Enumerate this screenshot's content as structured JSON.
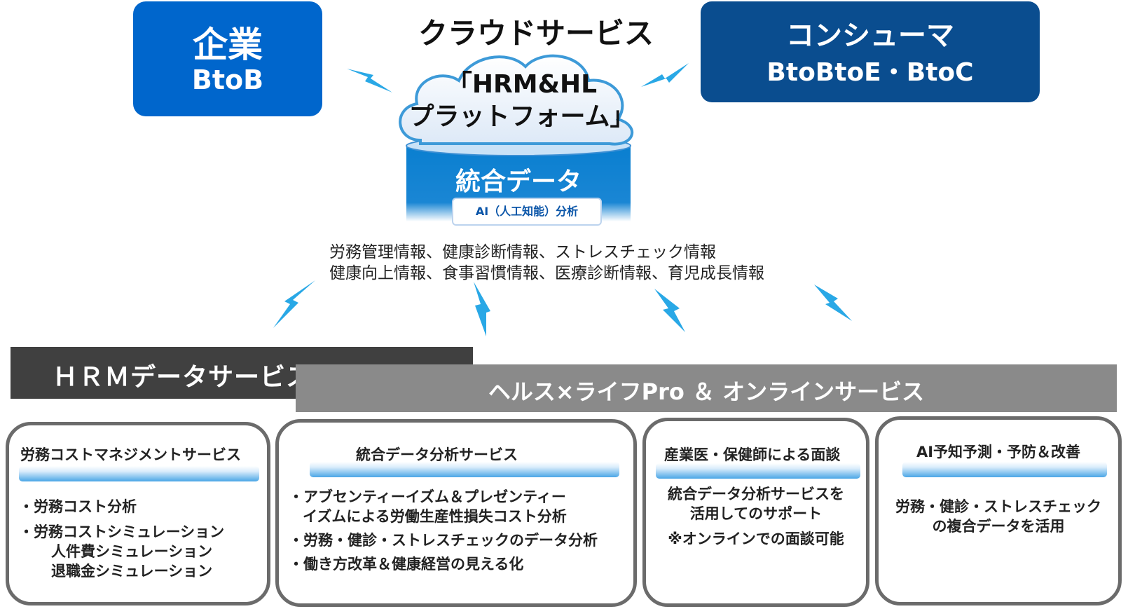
{
  "enterprise": {
    "title": "企業",
    "subtitle": "BtoB"
  },
  "consumer": {
    "title": "コンシューマ",
    "subtitle": "BtoBtoE・BtoC"
  },
  "cloud": {
    "title": "クラウドサービス",
    "platform_line1": "「HRM&HL",
    "platform_line2": "プラットフォーム」",
    "database": "統合データ",
    "ai_label": "AI（人工知能）分析"
  },
  "info": {
    "line1": "労務管理情報、健康診断情報、ストレスチェック情報",
    "line2": "健康向上情報、食事習慣情報、医療診断情報、育児成長情報"
  },
  "bars": {
    "hrm": "ＨＲＭデータサービス",
    "health": "ヘルス×ライフPro ＆ オンラインサービス"
  },
  "cards": [
    {
      "title": "労務コストマネジメントサービス",
      "lines": [
        "・労務コスト分析",
        "・労務コストシミュレーション",
        "人件費シミュレーション",
        "退職金シミュレーション"
      ]
    },
    {
      "title": "統合データ分析サービス",
      "lines": [
        "・アブセンティーイズム＆プレゼンティー",
        "イズムによる労働生産性損失コスト分析",
        "・労務・健診・ストレスチェックのデータ分析",
        "・働き方改革＆健康経営の見える化"
      ]
    },
    {
      "title": "産業医・保健師による面談",
      "lines": [
        "統合データ分析サービスを",
        "活用してのサポート",
        "※オンラインでの面談可能"
      ]
    },
    {
      "title": "AI予知予測・予防＆改善",
      "lines": [
        "労務・健診・ストレスチェック",
        "の複合データを活用"
      ]
    }
  ],
  "colors": {
    "enterprise_blue": "#0066cc",
    "consumer_blue": "#0a4d8f",
    "bolt_blue": "#29a8e6",
    "hrm_bar": "#404040",
    "health_bar": "#8a8a8a",
    "card_border": "#6b6b6b"
  },
  "icons": [
    "lightning-bolt-icon",
    "cloud-icon",
    "database-cylinder-icon"
  ]
}
